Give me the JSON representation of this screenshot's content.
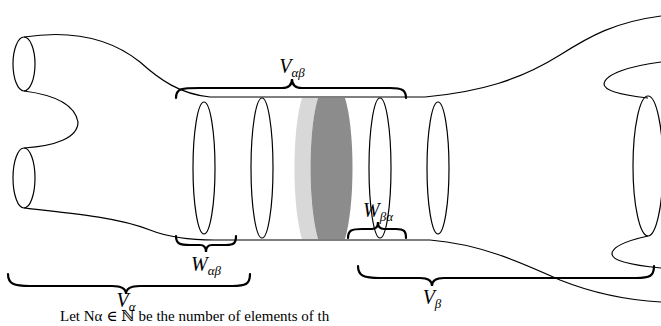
{
  "diagram": {
    "labels": [
      "Vαβ",
      "Wαβ",
      "Wβα",
      "Vα",
      "Vβ",
      "Let Nα ∈ ℕ be the number of elements of th"
    ]
  }
}
